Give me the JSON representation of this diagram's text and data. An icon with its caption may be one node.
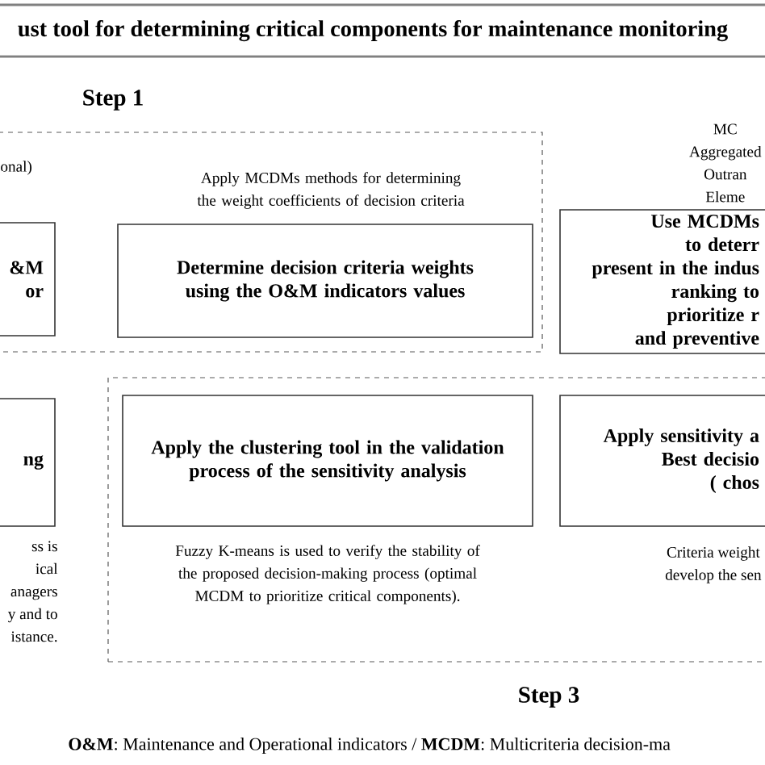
{
  "diagram": {
    "title": "ust tool for determining critical components for maintenance monitoring",
    "nodes": [
      {
        "text": [
          "Step 1"
        ]
      },
      {
        "text": [
          "&M",
          "or"
        ],
        "in": 0,
        "beside": [
          "onal)"
        ]
      },
      {
        "text": [
          "Determine decision criteria weights using the O&M indicators values"
        ],
        "in": 0,
        "beside": [
          "Apply MCDMs methods for determining the weight coefficients of decision criteria"
        ]
      },
      {
        "text": [
          "Use MCDMs to deterr",
          "present in the indus",
          "ranking to prioritize r",
          "and preventive"
        ],
        "beside": [
          "MC",
          "Aggregated",
          "Outran",
          "Eleme"
        ]
      },
      {
        "text": [
          "Step 3"
        ]
      },
      {
        "text": [
          "ng"
        ],
        "beside": [
          "ss is",
          "ical",
          "anagers",
          "y and to",
          "istance."
        ]
      },
      {
        "text": [
          "Apply the clustering tool in the validation process of the sensitivity analysis"
        ],
        "in": 4,
        "beside": [
          "Fuzzy K-means is used to verify the stability of the proposed decision-making process (optimal MCDM to prioritize critical components)."
        ]
      },
      {
        "text": [
          "Apply sensitivity a",
          "Best decisio",
          "( chos"
        ],
        "in": 4,
        "beside": [
          "Criteria weight",
          "develop the sen"
        ]
      }
    ],
    "edges": [],
    "labels": [
      "**O&M**: Maintenance and Operational indicators / **MCDM**: Multicriteria decision-ma"
    ]
  }
}
